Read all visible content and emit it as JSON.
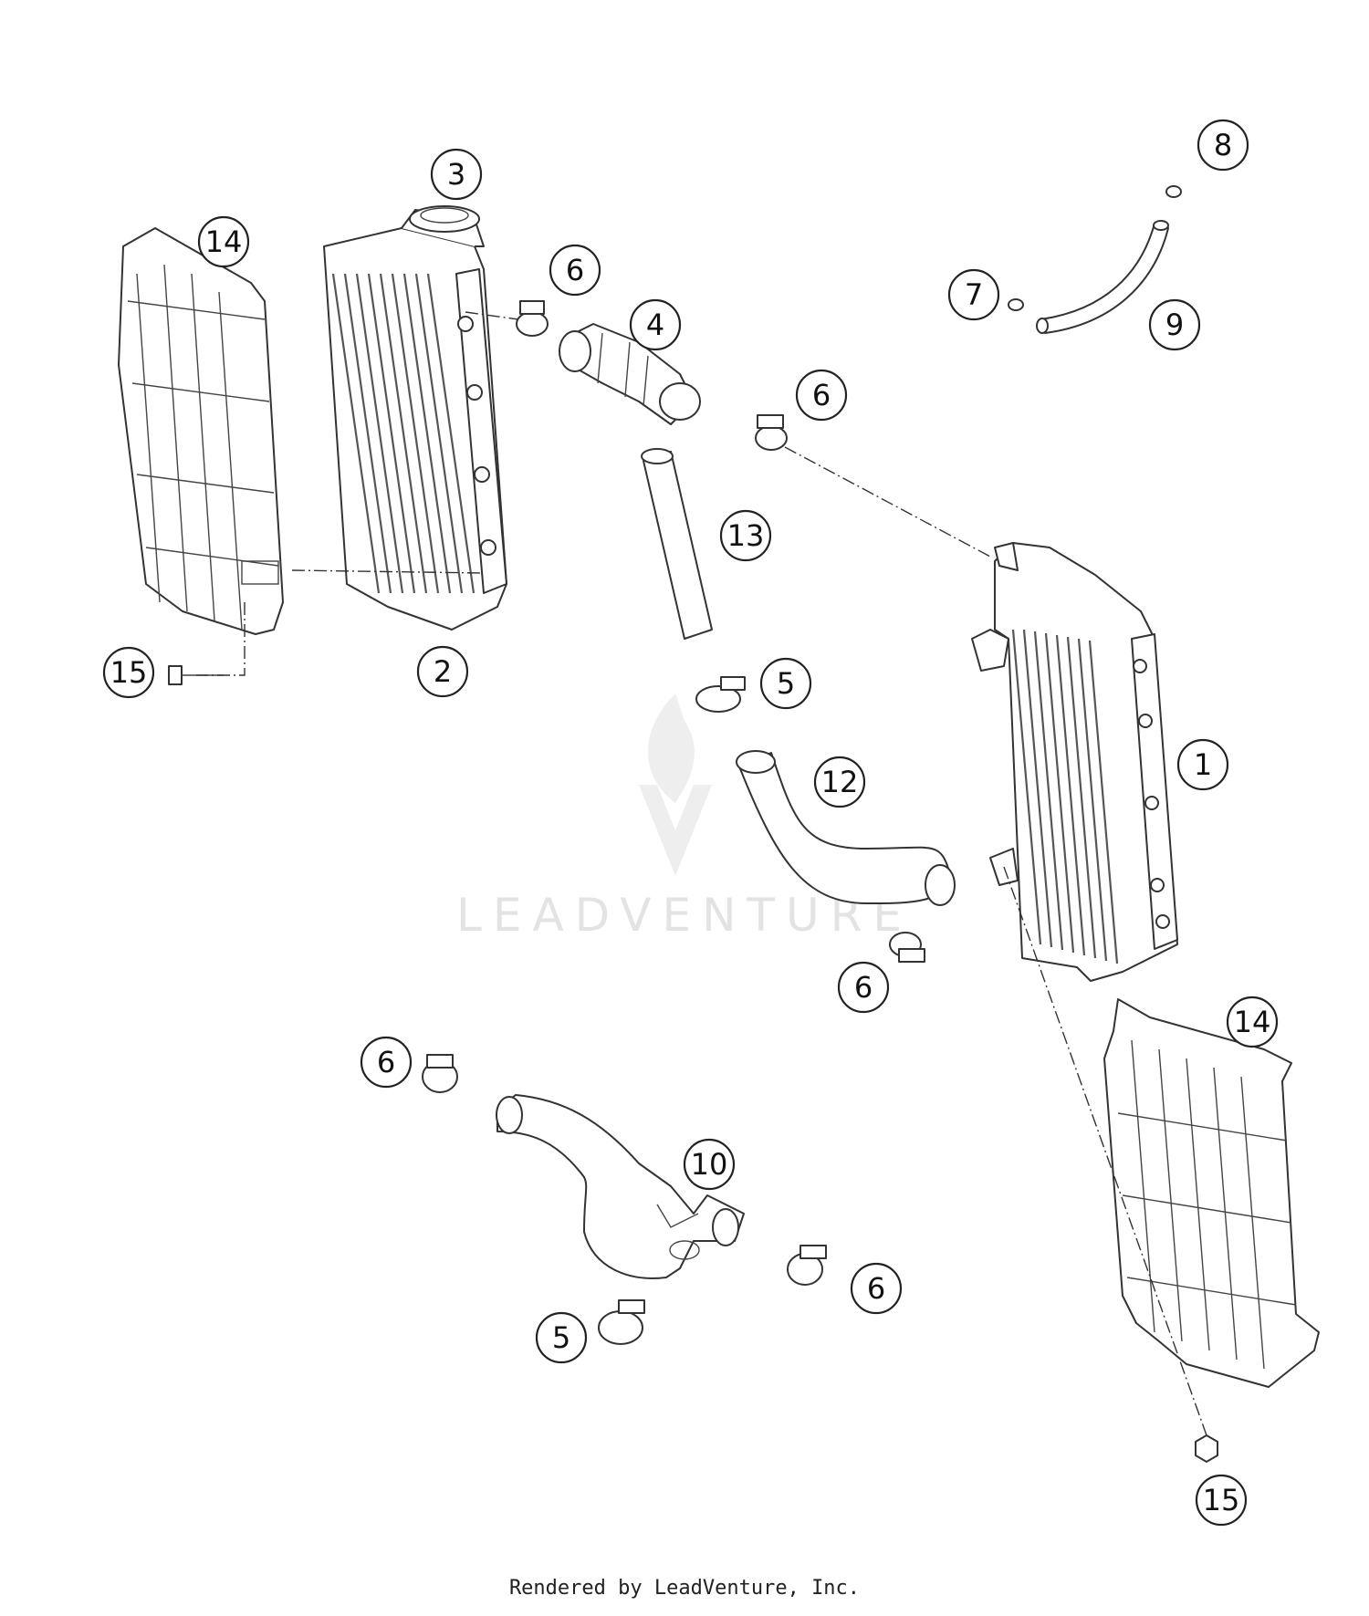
{
  "callouts": [
    {
      "id": "c3",
      "label": "3"
    },
    {
      "id": "c14a",
      "label": "14"
    },
    {
      "id": "c6a",
      "label": "6"
    },
    {
      "id": "c4",
      "label": "4"
    },
    {
      "id": "c8",
      "label": "8"
    },
    {
      "id": "c7",
      "label": "7"
    },
    {
      "id": "c9",
      "label": "9"
    },
    {
      "id": "c6b",
      "label": "6"
    },
    {
      "id": "c13",
      "label": "13"
    },
    {
      "id": "c2",
      "label": "2"
    },
    {
      "id": "c15a",
      "label": "15"
    },
    {
      "id": "c5a",
      "label": "5"
    },
    {
      "id": "c1",
      "label": "1"
    },
    {
      "id": "c12",
      "label": "12"
    },
    {
      "id": "c6c",
      "label": "6"
    },
    {
      "id": "c14b",
      "label": "14"
    },
    {
      "id": "c6d",
      "label": "6"
    },
    {
      "id": "c10",
      "label": "10"
    },
    {
      "id": "c6e",
      "label": "6"
    },
    {
      "id": "c5b",
      "label": "5"
    },
    {
      "id": "c15b",
      "label": "15"
    }
  ],
  "watermark": {
    "text": "LEADVENTURE"
  },
  "footer": {
    "text": "Rendered by LeadVenture, Inc."
  }
}
